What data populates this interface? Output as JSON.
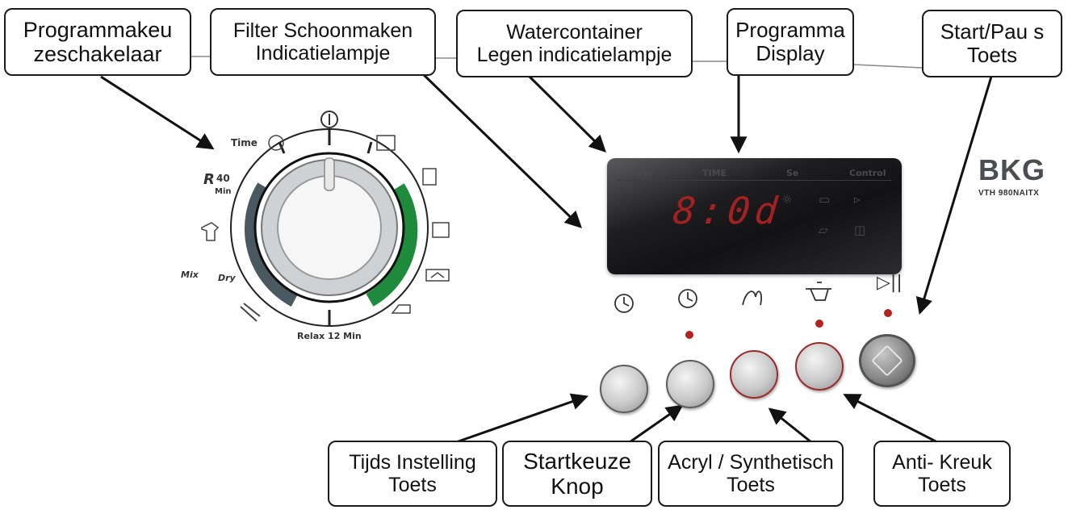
{
  "callouts": {
    "selector": [
      "Programmakeu",
      "zeschakelaar"
    ],
    "filter": [
      "Filter Schoonmaken",
      "Indicatielampje"
    ],
    "water": [
      "Watercontainer",
      "Legen indicatielampje"
    ],
    "display": [
      "Programma",
      "Display"
    ],
    "startpause": [
      "Start/Pau s",
      "Toets"
    ],
    "time_setting": [
      "Tijds Instelling",
      "Toets"
    ],
    "start_delay": [
      "Startkeuze",
      "Knop"
    ],
    "acryl": [
      "Acryl / Synthetisch",
      "Toets"
    ],
    "anti_crease": [
      "Anti- Kreuk",
      "Toets"
    ]
  },
  "dial": {
    "time_label": "Time",
    "quick_r": "R",
    "quick_40": "40",
    "quick_min": "Min",
    "mix_label": "Mix",
    "dry_label": "Dry",
    "relax_label": "Relax 12 Min",
    "accent_color": "#1e8a3c",
    "band_color": "#4a5960"
  },
  "display": {
    "hdr_alarm": "Alarm",
    "hdr_time": "TIME",
    "hdr_sel": "Se",
    "hdr_control": "Control",
    "digits": "8:0d",
    "digit_color": "#b32222"
  },
  "brand": {
    "name": "BKG",
    "model": "VTH 980NAITX"
  },
  "buttons": {
    "start_pause_symbol": "▷||",
    "led_color": "#b22222"
  }
}
